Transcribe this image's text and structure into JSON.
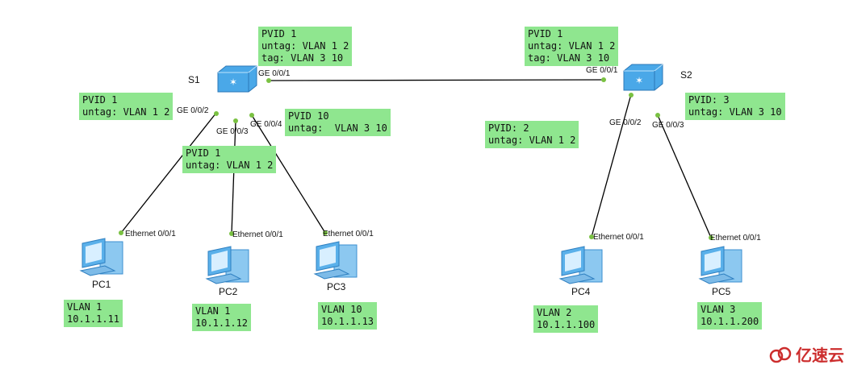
{
  "switches": [
    {
      "id": "S1",
      "label": "S1"
    },
    {
      "id": "S2",
      "label": "S2"
    }
  ],
  "pcs": [
    {
      "id": "PC1",
      "label": "PC1",
      "iface": "Ethernet 0/0/1",
      "note": [
        "VLAN 1",
        "10.1.1.11"
      ]
    },
    {
      "id": "PC2",
      "label": "PC2",
      "iface": "Ethernet 0/0/1",
      "note": [
        "VLAN 1",
        "10.1.1.12"
      ]
    },
    {
      "id": "PC3",
      "label": "PC3",
      "iface": "Ethernet 0/0/1",
      "note": [
        "VLAN 10",
        "10.1.1.13"
      ]
    },
    {
      "id": "PC4",
      "label": "PC4",
      "iface": "Ethernet 0/0/1",
      "note": [
        "VLAN 2",
        "10.1.1.100"
      ]
    },
    {
      "id": "PC5",
      "label": "PC5",
      "iface": "Ethernet 0/0/1",
      "note": [
        "VLAN 3",
        "10.1.1.200"
      ]
    }
  ],
  "ports": {
    "s1_ge1": "GE 0/0/1",
    "s1_ge2": "GE 0/0/2",
    "s1_ge3": "GE 0/0/3",
    "s1_ge4": "GE 0/0/4",
    "s2_ge1": "GE 0/0/1",
    "s2_ge2": "GE 0/0/2",
    "s2_ge3": "GE 0/0/3"
  },
  "port_notes": {
    "s1_ge1": [
      "PVID 1",
      "untag: VLAN 1 2",
      "tag: VLAN 3 10"
    ],
    "s1_ge2": [
      "PVID 1",
      "untag: VLAN 1 2"
    ],
    "s1_ge3": [
      "PVID 1",
      "untag: VLAN 1 2"
    ],
    "s1_ge4": [
      "PVID 10",
      "untag:  VLAN 3 10"
    ],
    "s2_ge1": [
      "PVID 1",
      "untag: VLAN 1 2",
      "tag: VLAN 3 10"
    ],
    "s2_ge2": [
      "PVID: 2",
      "untag: VLAN 1 2"
    ],
    "s2_ge3": [
      "PVID: 3",
      "untag: VLAN 3 10"
    ]
  },
  "watermark": "亿速云",
  "colors": {
    "note_bg": "#8fe68f",
    "port_dot": "#7ac142",
    "switch": "#4aa8e8",
    "pc": "#5ab0ea",
    "link": "#000000"
  }
}
